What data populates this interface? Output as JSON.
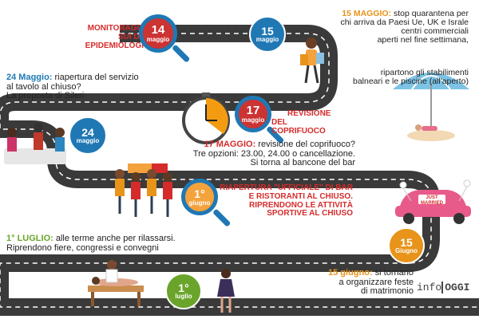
{
  "colors": {
    "red": "#d62b2b",
    "blue": "#1f78b4",
    "orange": "#e8931a",
    "green": "#6aa42b",
    "road": "#3a3a3a"
  },
  "events": {
    "e14": {
      "title_l1": "MONITORAGGIO",
      "title_l2": "SUI DATI EPIDEMIOLOGICI",
      "day": "14",
      "month": "maggio"
    },
    "e15": {
      "day": "15",
      "month": "maggio",
      "date": "15 MAGGIO:",
      "t1": " stop quarantena per",
      "t2": "chi arriva da Paesi Ue, UK e Israle",
      "t3": "centri commerciali",
      "t4": "aperti nel fine settimana,",
      "t5": "ripartono gli stabilimenti",
      "t6": "balneari e le piscine (all'aperto)"
    },
    "e24": {
      "day": "24",
      "month": "maggio",
      "date": "24 Maggio:",
      "t1": " riapertura del servizio",
      "t2": "al tavolo al chiuso?",
      "t3": "La proposta di Sileri"
    },
    "e17": {
      "day": "17",
      "month": "maggio",
      "title_l1": "REVISIONE",
      "title_l2": "DEL COPRIFUOCO",
      "date": "17 MAGGIO:",
      "t1": " revisione del coprifuoco?",
      "t2": "Tre opzioni: 23.00, 24.00 o cancellazione.",
      "t3": "Si torna al bancone del bar"
    },
    "e1g": {
      "day": "1°",
      "month": "giugno",
      "l1": "RIAPERTURA \"UFFICIALE\" DI BAR",
      "l2": "E RISTORANTI AL CHIUSO.",
      "l3": "RIPRENDONO LE ATTIVITÀ",
      "l4": "SPORTIVE AL CHIUSO"
    },
    "e1l": {
      "day": "1°",
      "month": "luglio",
      "date": "1° LUGLIO:",
      "t1": " alle terme anche per rilassarsi.",
      "t2": "Riprendono fiere, congressi e convegni"
    },
    "e15g": {
      "day": "15",
      "month": "Giugno",
      "date": "15 giugno:",
      "t1": " si tornano",
      "t2": "a organizzare feste",
      "t3": "di matrimonio"
    }
  },
  "car_sign": "JUST MARRIED",
  "flag_label": "",
  "logo": {
    "part1": "info",
    "part2": "OGGI"
  }
}
